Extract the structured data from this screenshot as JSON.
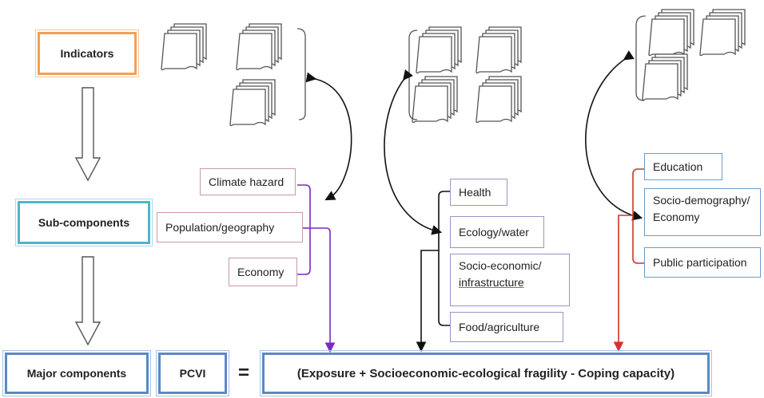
{
  "levels": {
    "indicators": "Indicators",
    "sub_components": "Sub-components",
    "major_components": "Major components"
  },
  "formula": {
    "lhs": "PCVI",
    "equals": "=",
    "rhs": "(Exposure + Socioeconomic-ecological fragility - Coping capacity)"
  },
  "exposure_subcomponents": [
    "Climate hazard",
    "Population/geography",
    "Economy"
  ],
  "fragility_subcomponents": [
    "Health",
    "Ecology/water",
    "Socio-economic/",
    "infrastructure",
    "Food/agriculture"
  ],
  "coping_subcomponents": [
    "Education",
    "Socio-demography/",
    "Economy",
    "Public participation"
  ],
  "colors": {
    "indicators_border": "#f0a252",
    "sub_components_border": "#4db6c9",
    "major_components_border": "#5b89c4",
    "exposure_arrow": "#7a2bc4",
    "fragility_arrow": "#111111",
    "coping_arrow": "#d0342c"
  }
}
